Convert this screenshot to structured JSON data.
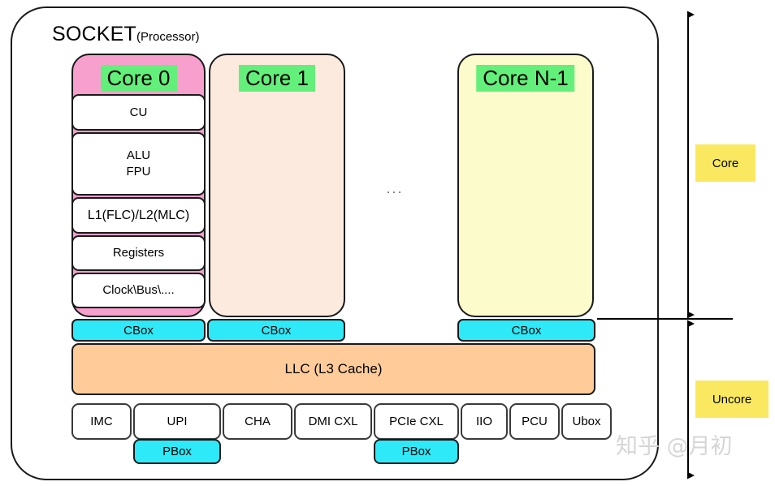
{
  "socket": {
    "title": "SOCKET",
    "subtitle": "(Processor)"
  },
  "cores": [
    {
      "id": "core-0",
      "label": "Core 0",
      "fill": "#f79fcd",
      "detailed": true
    },
    {
      "id": "core-1",
      "label": "Core 1",
      "fill": "#fdeade",
      "detailed": false
    },
    {
      "id": "core-n1",
      "label": "Core N-1",
      "fill": "#fbfbcb",
      "detailed": false
    }
  ],
  "core0_blocks": [
    {
      "label": "CU"
    },
    {
      "label": "ALU\nFPU",
      "line1": "ALU",
      "line2": "FPU"
    },
    {
      "label": "L1(FLC)/L2(MLC)"
    },
    {
      "label": "Registers"
    },
    {
      "label": "Clock\\Bus\\...."
    }
  ],
  "cboxes": [
    {
      "label": "CBox"
    },
    {
      "label": "CBox"
    },
    {
      "label": "CBox"
    }
  ],
  "llc": {
    "label": "LLC (L3 Cache)"
  },
  "uncore_cells": [
    {
      "label": "IMC"
    },
    {
      "label": "UPI"
    },
    {
      "label": "CHA"
    },
    {
      "label": "DMI CXL"
    },
    {
      "label": "PCIe CXL"
    },
    {
      "label": "IIO"
    },
    {
      "label": "PCU"
    },
    {
      "label": "Ubox"
    }
  ],
  "pboxes": [
    {
      "label": "PBox",
      "under": "UPI"
    },
    {
      "label": "PBox",
      "under": "PCIe CXL"
    }
  ],
  "side_scale": {
    "core_label": "Core",
    "uncore_label": "Uncore"
  },
  "ellipsis": "...",
  "watermark": "知乎 @月初",
  "colors": {
    "core0_fill": "#f79fcd",
    "core1_fill": "#fdeade",
    "coren1_fill": "#fbfbcb",
    "core_title_highlight": "#63f07a",
    "cbox_fill": "#2ee9f7",
    "pbox_fill": "#2ee9f7",
    "llc_fill": "#ffcc99",
    "side_label_fill": "#fae960",
    "outline": "#1a1a1a"
  }
}
